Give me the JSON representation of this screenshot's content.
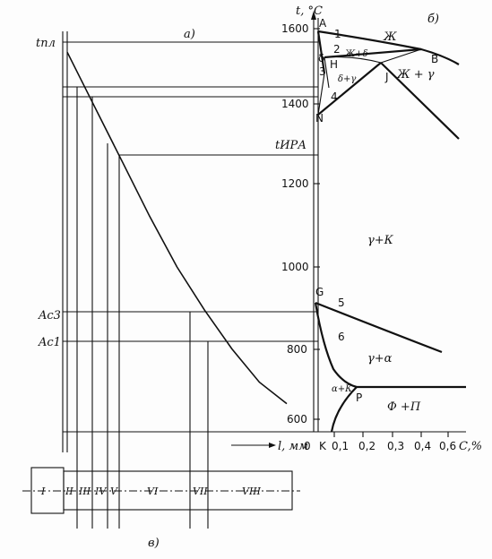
{
  "labels": {
    "panel_a": "а)",
    "panel_b": "б)",
    "panel_c": "в)",
    "y_axis_title": "t, °C",
    "x_axis_left": "l, мм",
    "x_axis_left_zero": "0",
    "x_axis_right": "C,%",
    "t_melt": "tпл",
    "t_ipa": "tИРА",
    "ac3": "Ac3",
    "ac1": "Ac1"
  },
  "y_ticks": [
    "1600",
    "1400",
    "1200",
    "1000",
    "800",
    "600"
  ],
  "x_ticks": [
    "K",
    "0,1",
    "0,2",
    "0,3",
    "0,4",
    "0,6"
  ],
  "points": {
    "A": "A",
    "N": "N",
    "G": "G",
    "P": "P",
    "B": "B",
    "J": "J",
    "H": "H",
    "delta": "δ",
    "n1": "1",
    "n2": "2",
    "n3": "3",
    "n4": "4",
    "n5": "5",
    "n6": "6"
  },
  "regions": {
    "liquid": "Ж",
    "liquid_delta": "Ж+δ",
    "delta_gamma": "δ+γ",
    "liquid_gamma": "Ж + γ",
    "gamma_k": "γ+К",
    "gamma_alpha": "γ+α",
    "alpha_k": "α+К",
    "ferrite_pearlite": "Ф +П"
  },
  "zones": [
    "I",
    "II",
    "III",
    "IV",
    "V",
    "VI",
    "VII",
    "VIII"
  ],
  "chart_data": {
    "type": "line",
    "title": "",
    "ylabel": "t, °C",
    "xlabel": "l, мм",
    "ylim": [
      600,
      1600
    ],
    "series": [
      {
        "points": [
          [
            0,
            1540
          ],
          [
            0.5,
            1470
          ],
          [
            1,
            1400
          ],
          [
            2,
            1260
          ],
          [
            3,
            1120
          ],
          [
            4,
            990
          ],
          [
            5,
            880
          ],
          [
            6,
            780
          ],
          [
            7,
            695
          ],
          [
            8,
            640
          ]
        ]
      }
    ]
  }
}
